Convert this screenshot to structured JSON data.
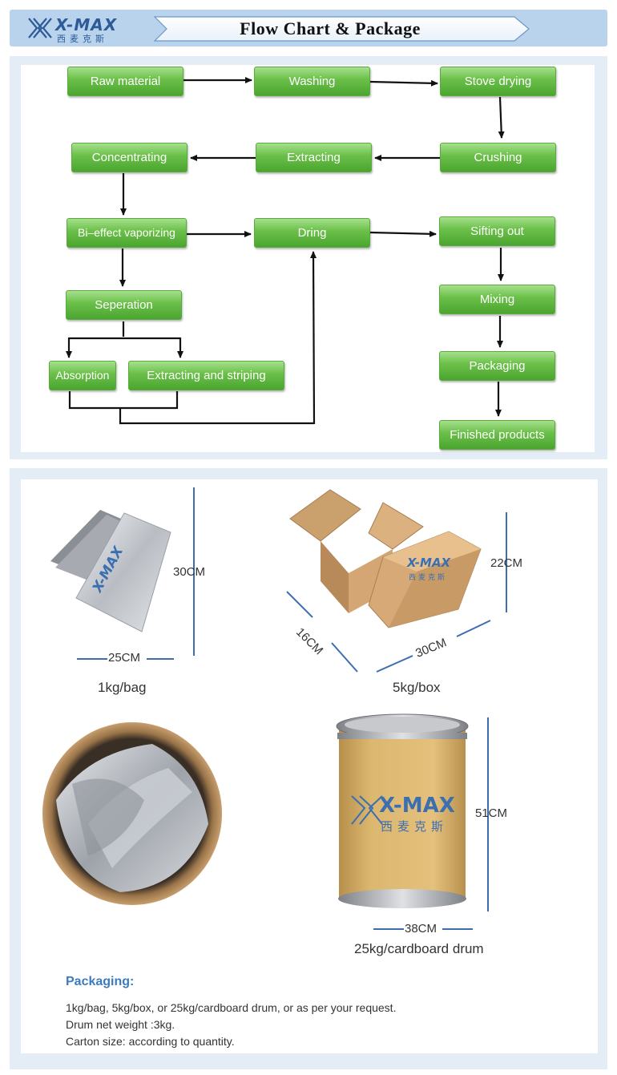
{
  "header": {
    "brand": "X-MAX",
    "brand_cn": "西麦克斯",
    "title": "Flow Chart & Package",
    "band_color": "#b9d3ec",
    "brand_color": "#2c5b98"
  },
  "flowchart": {
    "node_color": "#5cb23b",
    "nodes": {
      "raw_material": "Raw material",
      "washing": "Washing",
      "stove_drying": "Stove drying",
      "crushing": "Crushing",
      "extracting": "Extracting",
      "concentrating": "Concentrating",
      "bi_effect": "Bi–effect vaporizing",
      "dring": "Dring",
      "sifting_out": "Sifting out",
      "seperation": "Seperation",
      "mixing": "Mixing",
      "absorption": "Absorption",
      "extracting_striping": "Extracting and striping",
      "packaging": "Packaging",
      "finished": "Finished products"
    }
  },
  "package": {
    "bag": {
      "height": "30CM",
      "width": "25CM",
      "caption": "1kg/bag"
    },
    "box": {
      "height": "22CM",
      "depth": "16CM",
      "width": "30CM",
      "caption": "5kg/box",
      "brand": "X-MAX",
      "brand_cn": "西麦克斯"
    },
    "drum": {
      "height": "51CM",
      "width": "38CM",
      "caption": "25kg/cardboard drum",
      "brand": "X-MAX",
      "brand_cn": "西麦克斯"
    },
    "packaging_title": "Packaging:",
    "lines": [
      "1kg/bag, 5kg/box, or 25kg/cardboard drum, or as per your request.",
      "Drum net weight :3kg.",
      "Carton size: according to quantity."
    ],
    "heading_color": "#3b7bbf"
  }
}
